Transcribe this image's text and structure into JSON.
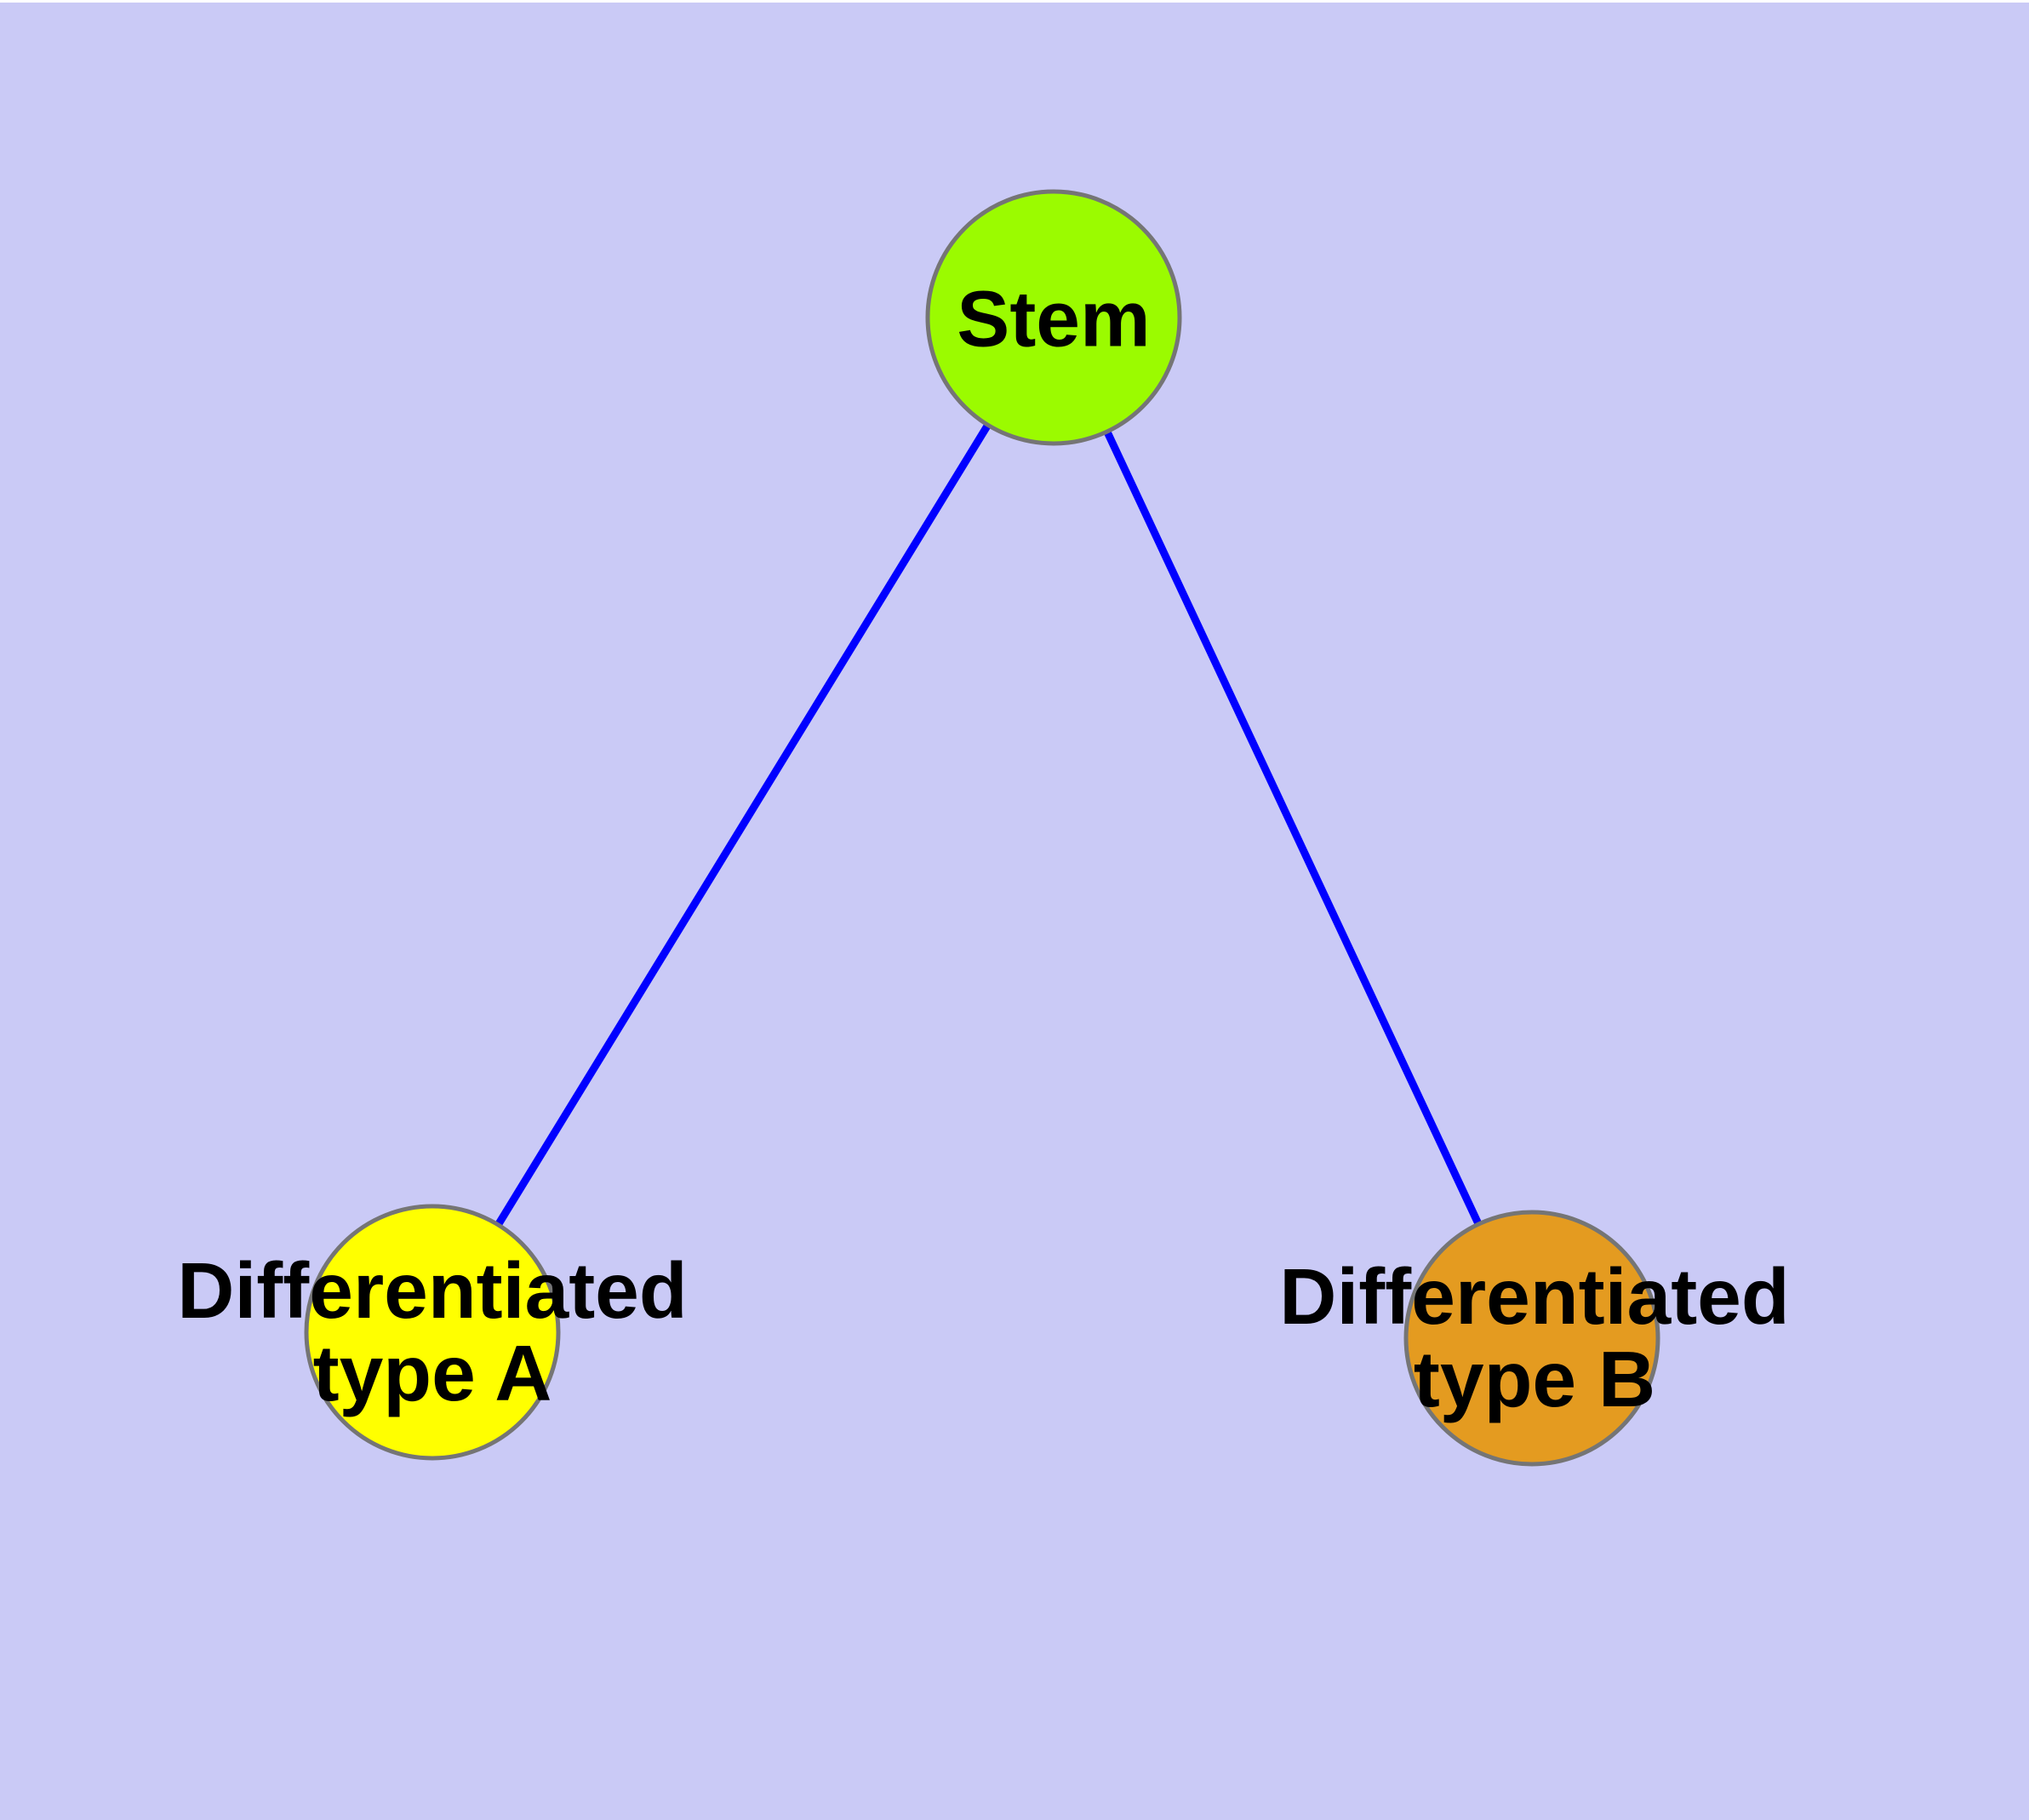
{
  "diagram": {
    "type": "graph",
    "background_color": "#CACAF6",
    "top_margin_color": "#FFFFFF",
    "edge_color": "#0000FF",
    "node_border_color": "#757575",
    "text_color": "#000000",
    "nodes": [
      {
        "id": "stem",
        "label": "Stem",
        "label_lines": [
          "Stem"
        ],
        "fill": "#9BFB00"
      },
      {
        "id": "differentiated-type-a",
        "label": "Differentiated type A",
        "label_lines": [
          "Differentiated",
          "type A"
        ],
        "fill": "#FFFF00"
      },
      {
        "id": "differentiated-type-b",
        "label": "Differentiated type B",
        "label_lines": [
          "Differentiated",
          "type B"
        ],
        "fill": "#E49B20"
      }
    ],
    "edges": [
      {
        "from": "Stem",
        "to": "Differentiated type A"
      },
      {
        "from": "Stem",
        "to": "Differentiated type B"
      }
    ]
  }
}
